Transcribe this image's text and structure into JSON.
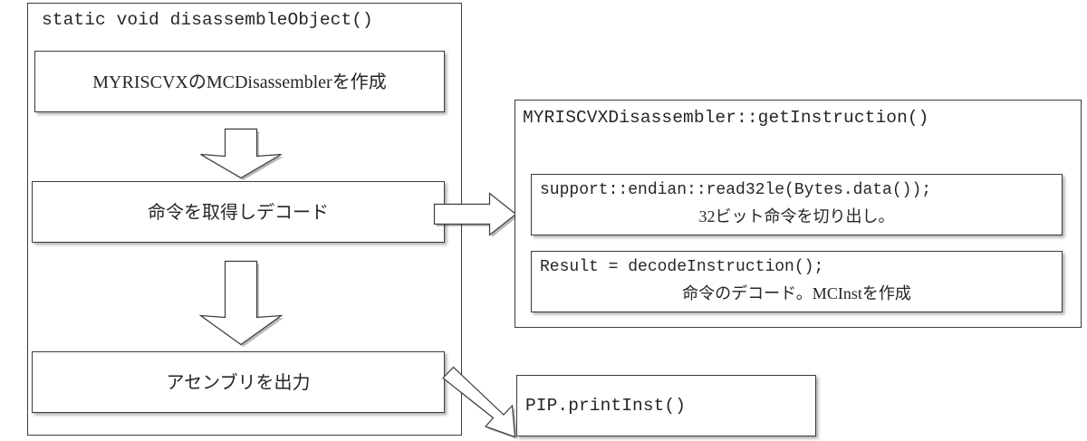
{
  "diagram": {
    "title": "static void disassembleObject()",
    "left_flow": {
      "steps": [
        {
          "label": "MYRISCVXのMCDisassemblerを作成"
        },
        {
          "label": "命令を取得しデコード"
        },
        {
          "label": "アセンブリを出力"
        }
      ],
      "connectors": [
        {
          "name": "down-arrow-1",
          "direction": "down"
        },
        {
          "name": "down-arrow-2",
          "direction": "down"
        }
      ]
    },
    "right_panel": {
      "title": "MYRISCVXDisassembler::getInstruction()",
      "steps": [
        {
          "code": "support::endian::read32le(Bytes.data());",
          "note": "32ビット命令を切り出し。"
        },
        {
          "code": "Result = decodeInstruction();",
          "note": "命令のデコード。MCInstを作成"
        }
      ]
    },
    "print_box": {
      "code": "PIP.printInst()"
    },
    "cross_connectors": [
      {
        "name": "right-arrow-to-get-instruction",
        "direction": "right"
      },
      {
        "name": "diagonal-arrow-to-print-inst",
        "direction": "down-right"
      }
    ],
    "colors": {
      "stroke": "#3b3b3b",
      "text": "#262626",
      "background": "#ffffff"
    }
  }
}
